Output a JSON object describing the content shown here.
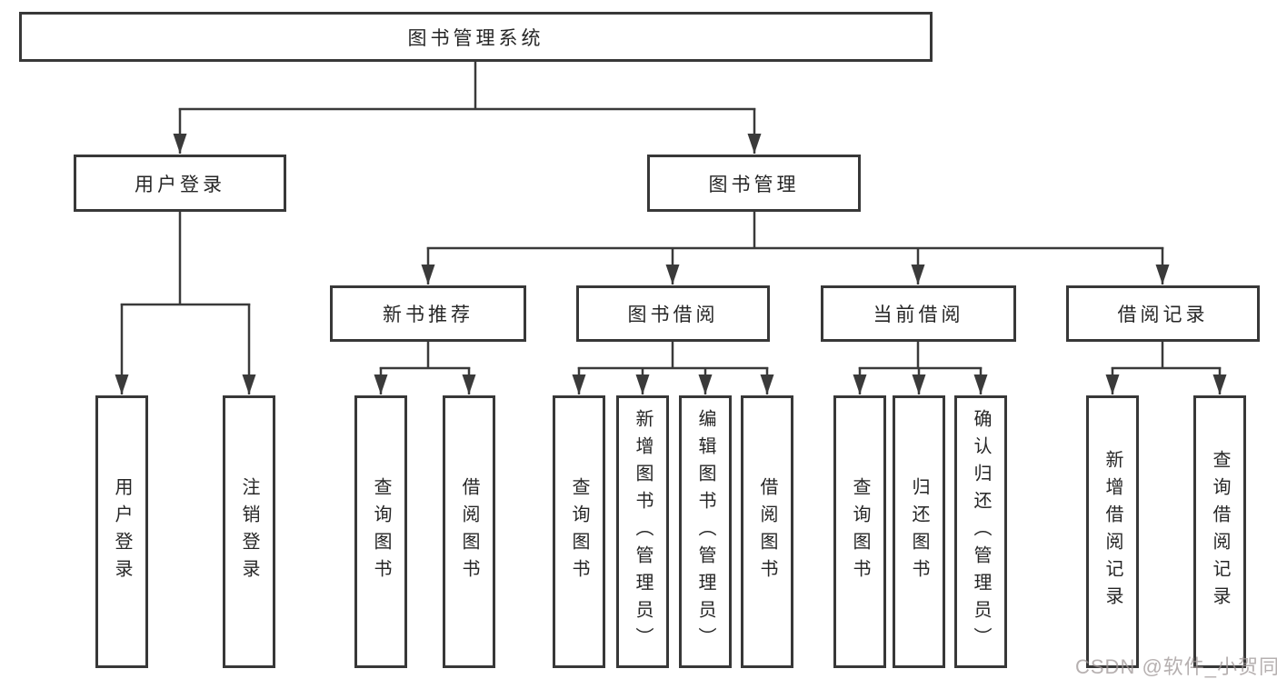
{
  "diagram": {
    "root": {
      "label": "图书管理系统"
    },
    "level2": [
      {
        "label": "用户登录"
      },
      {
        "label": "图书管理"
      }
    ],
    "level3": [
      {
        "label": "新书推荐"
      },
      {
        "label": "图书借阅"
      },
      {
        "label": "当前借阅"
      },
      {
        "label": "借阅记录"
      }
    ],
    "leaves": {
      "user_login": [
        {
          "label": "用户登录"
        },
        {
          "label": "注销登录"
        }
      ],
      "new_book_recommend": [
        {
          "label": "查询图书"
        },
        {
          "label": "借阅图书"
        }
      ],
      "book_borrow": [
        {
          "label": "查询图书"
        },
        {
          "label": "新增图书（管理员）"
        },
        {
          "label": "编辑图书（管理员）"
        },
        {
          "label": "借阅图书"
        }
      ],
      "current_borrow": [
        {
          "label": "查询图书"
        },
        {
          "label": "归还图书"
        },
        {
          "label": "确认归还（管理员）"
        }
      ],
      "borrow_record": [
        {
          "label": "新增借阅记录"
        },
        {
          "label": "查询借阅记录"
        }
      ]
    }
  },
  "watermark": {
    "text": "CSDN @软件_小贺同学"
  },
  "colors": {
    "line": "#3a3a3a",
    "text": "#262626",
    "background": "#ffffff",
    "watermark_gray": "#9e9696"
  }
}
